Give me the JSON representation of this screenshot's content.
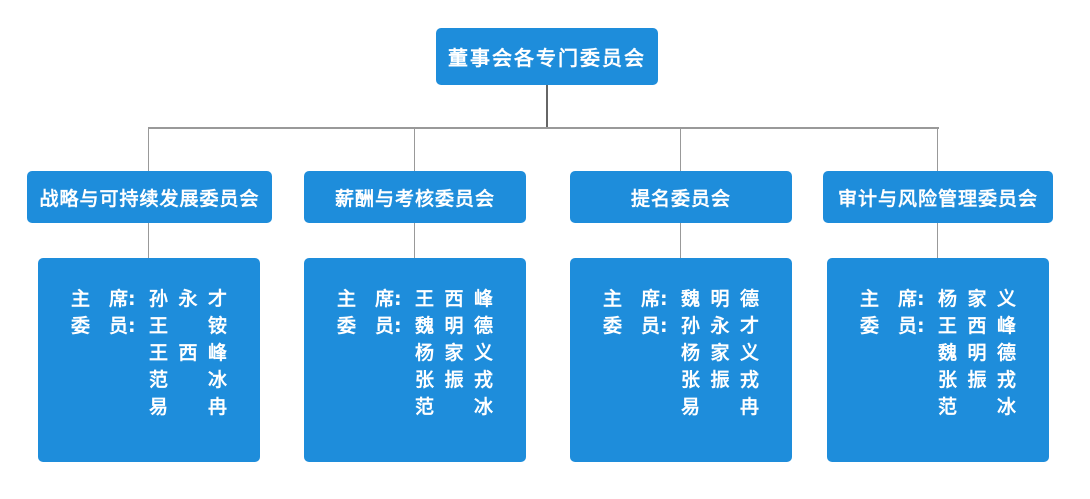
{
  "root": {
    "title": "董事会各专门委员会"
  },
  "labels": {
    "chair": "主　席:",
    "member": "委　员:"
  },
  "committees": [
    {
      "title": "战略与可持续发展委员会",
      "chair": "孙永才",
      "members": [
        "王铵",
        "王西峰",
        "范冰",
        "易冉"
      ]
    },
    {
      "title": "薪酬与考核委员会",
      "chair": "王西峰",
      "members": [
        "魏明德",
        "杨家义",
        "张振戎",
        "范冰"
      ]
    },
    {
      "title": "提名委员会",
      "chair": "魏明德",
      "members": [
        "孙永才",
        "杨家义",
        "张振戎",
        "易冉"
      ]
    },
    {
      "title": "审计与风险管理委员会",
      "chair": "杨家义",
      "members": [
        "王西峰",
        "魏明德",
        "张振戎",
        "范冰"
      ]
    }
  ],
  "colors": {
    "box_blue": "#1e8ddb",
    "text_white": "#ffffff",
    "connector_gray": "#999999",
    "root_stub_gray": "#666666"
  }
}
